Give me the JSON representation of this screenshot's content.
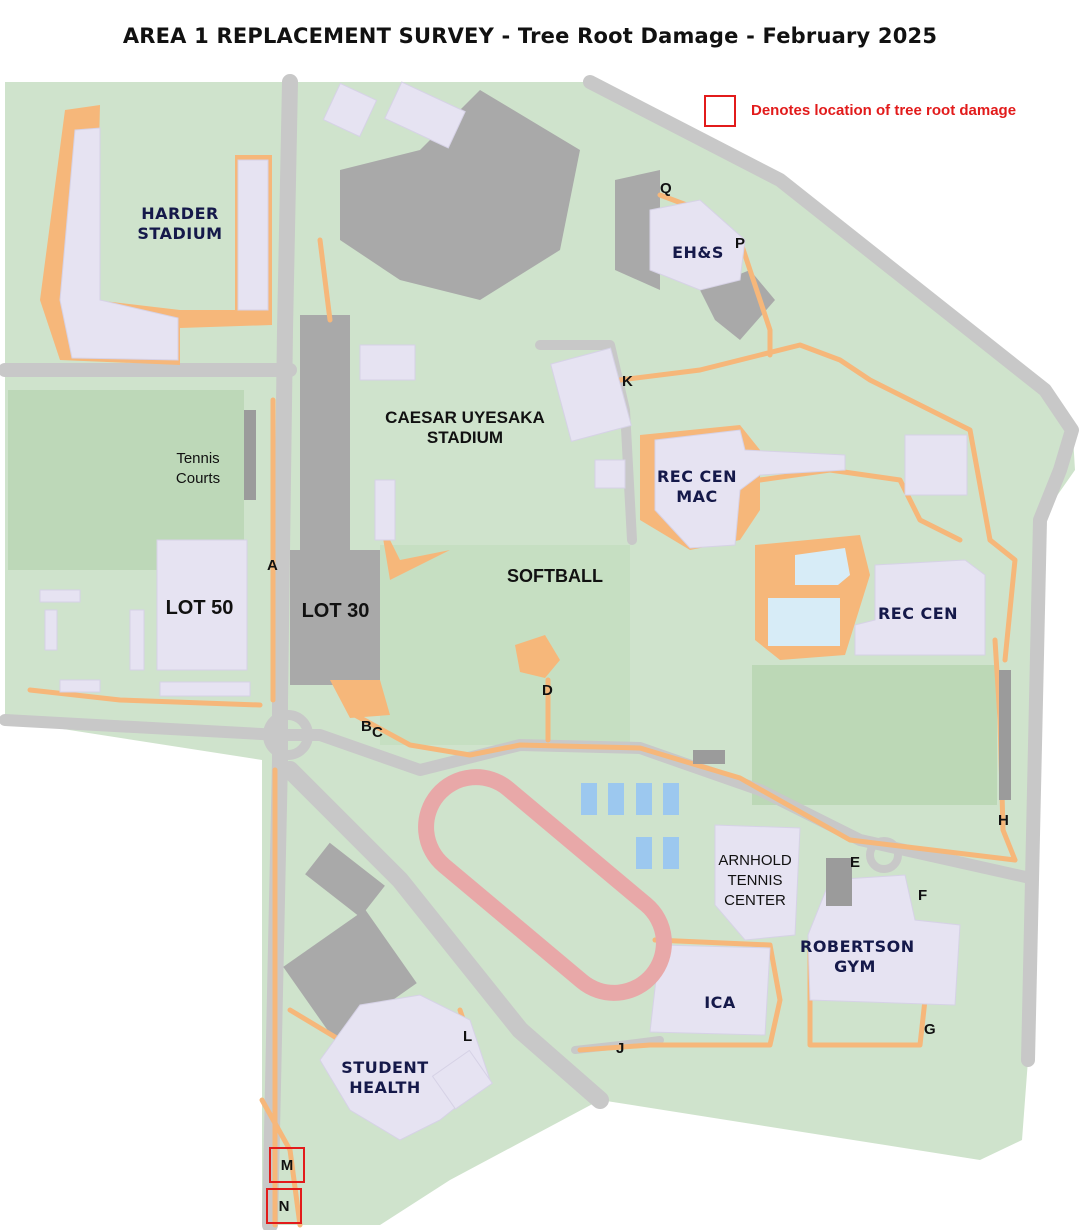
{
  "title": "AREA 1 REPLACEMENT SURVEY - Tree Root Damage - February 2025",
  "legend": {
    "label": "Denotes location of tree root damage",
    "color": "#e21b1b"
  },
  "colors": {
    "lawn": "#cfe3cc",
    "road": "#c8c8c8",
    "building": "#e6e3f2",
    "walkway": "#f6b77a",
    "pool": "#d7ecf7",
    "court": "#9cc8ef",
    "track": "#e8a8a8",
    "paving": "#a9a9a9"
  },
  "buildings": {
    "harder_stadium": "HARDER\nSTADIUM",
    "eh_s": "EH&S",
    "caesar_uyesaka": "CAESAR UYESAKA\nSTADIUM",
    "tennis_courts": "Tennis\nCourts",
    "rec_cen_mac": "REC CEN\nMAC",
    "rec_cen": "REC CEN",
    "softball": "SOFTBALL",
    "lot_50": "LOT 50",
    "lot_30": "LOT 30",
    "arnhold": "ARNHOLD\nTENNIS\nCENTER",
    "robertson_gym": "ROBERTSON\nGYM",
    "ica": "ICA",
    "student_health": "STUDENT\nHEALTH"
  },
  "points": {
    "a": "A",
    "b": "B",
    "c": "C",
    "d": "D",
    "e": "E",
    "f": "F",
    "g": "G",
    "h": "H",
    "j": "J",
    "k": "K",
    "l": "L",
    "p": "P",
    "q": "Q"
  },
  "damage_points": {
    "m": "M",
    "n": "N"
  }
}
